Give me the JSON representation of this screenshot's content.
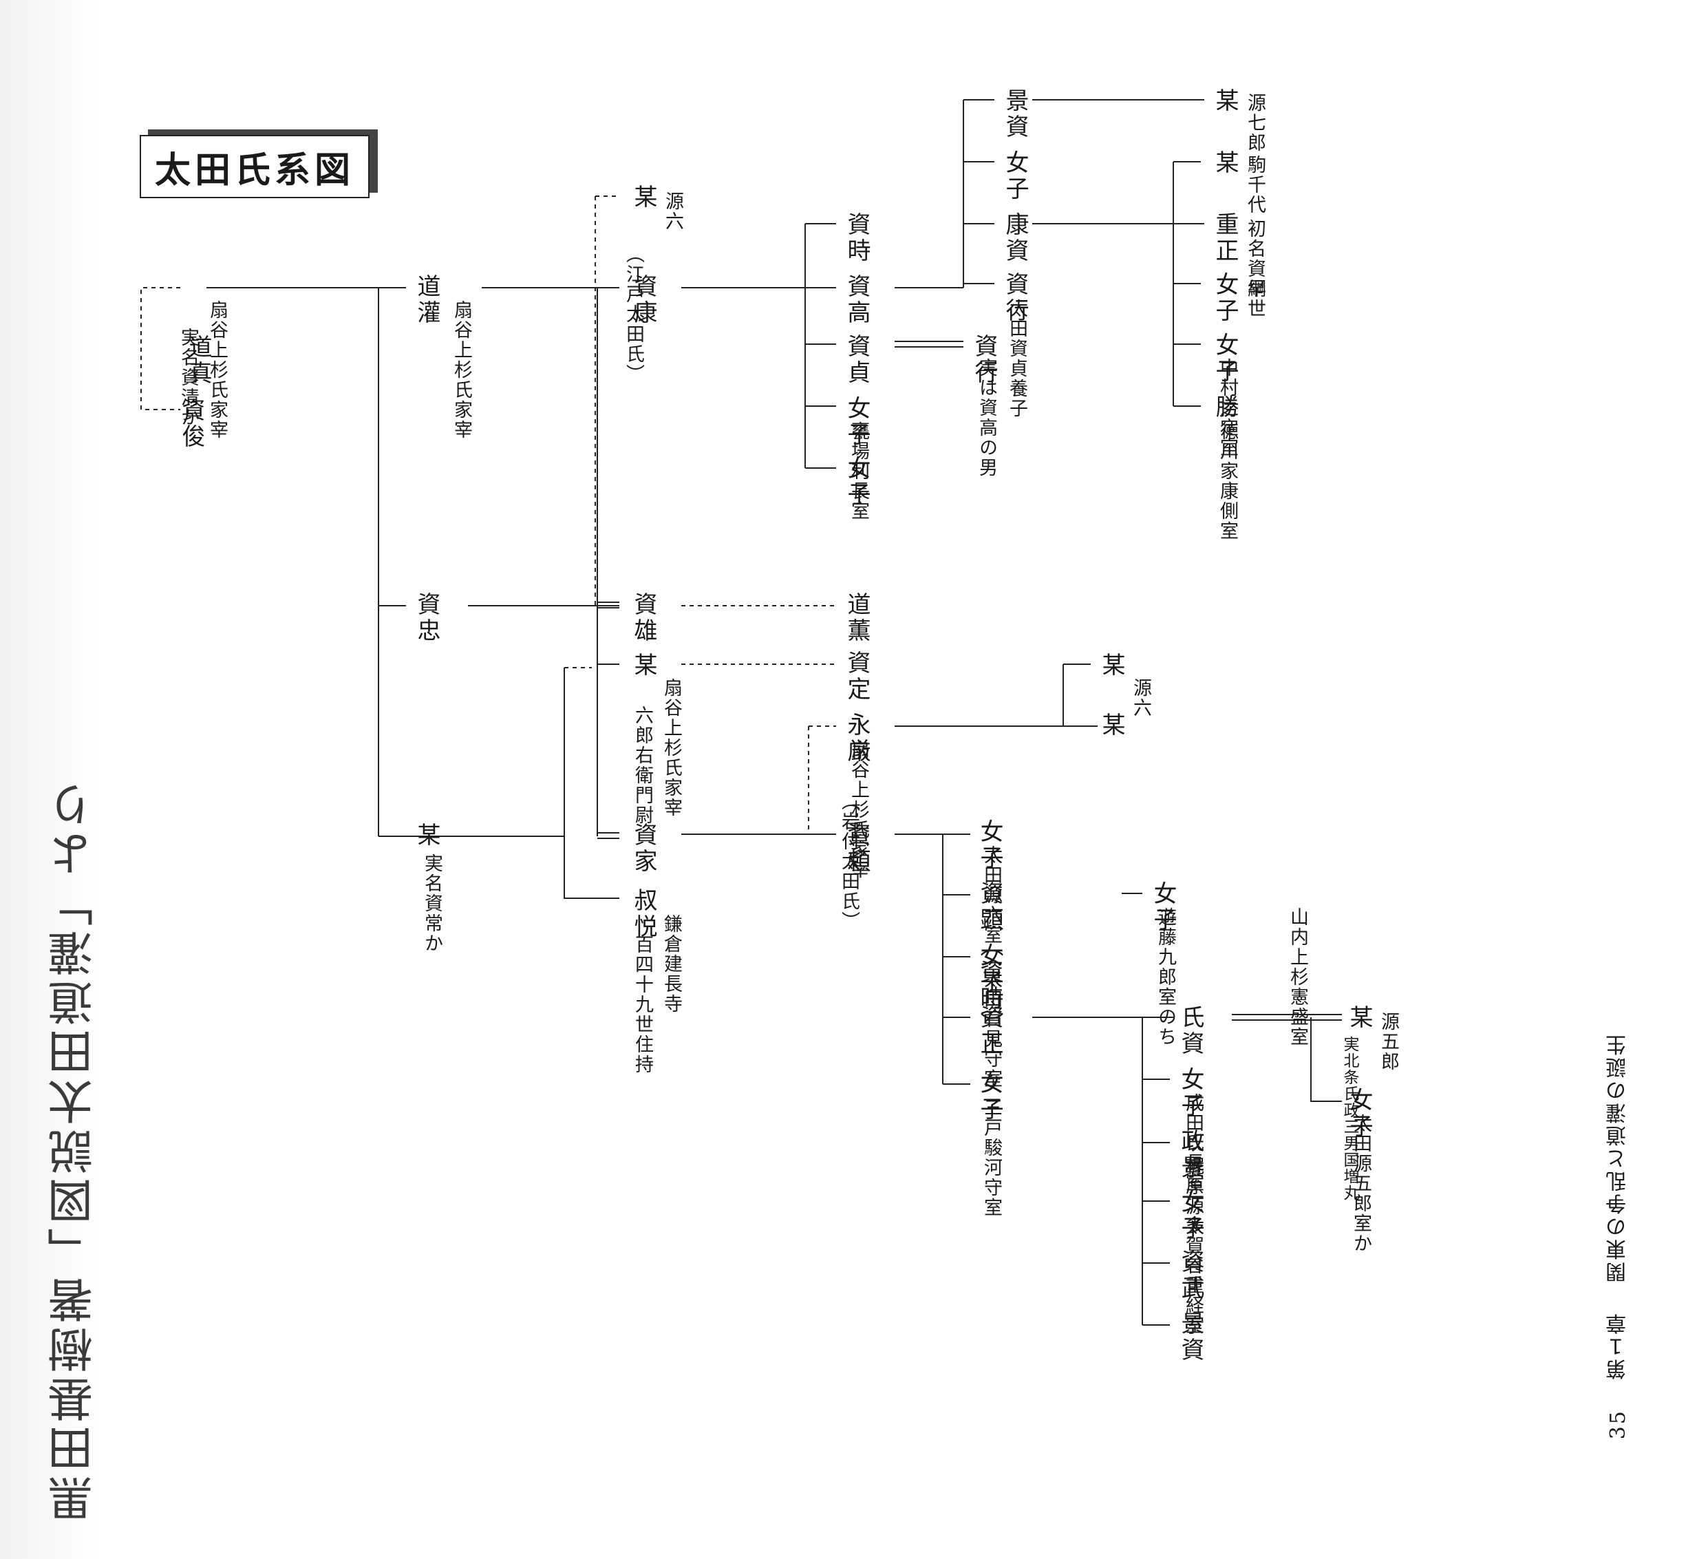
{
  "header": {
    "title": "太田氏系図",
    "handwritten_note": "黒田基樹著「図説太田道灌」より"
  },
  "footer": {
    "page_number": "35",
    "chapter": "第１章",
    "chapter_title": "関東の争乱と道灌の誕生"
  },
  "nodes": {
    "doshin": {
      "name": "道真",
      "note": "扇谷上杉氏家宰",
      "alias": "実名資清か"
    },
    "sukefuji": {
      "name": "資俊"
    },
    "dokan": {
      "name": "道灌",
      "note": "扇谷上杉氏家宰"
    },
    "sukechu": {
      "name": "資忠"
    },
    "bou_sukecune": {
      "name": "某",
      "alias": "実名資常か"
    },
    "bou_genroku1": {
      "name": "某",
      "note": "源六"
    },
    "edo_label": "（江戸太田氏）",
    "sukeyasu": {
      "name": "資康"
    },
    "sukeo": {
      "name": "資雄"
    },
    "douzen": {
      "name": "道薫"
    },
    "bou_rokurou": {
      "name": "某",
      "note": "扇谷上杉氏家宰",
      "alias": "六郎右衛門尉"
    },
    "sukesada": {
      "name": "資定"
    },
    "sukeie": {
      "name": "資家"
    },
    "shukuetsu": {
      "name": "叔悦",
      "note": "鎌倉建長寺",
      "alias": "百四十九世住持"
    },
    "eigan": {
      "name": "永厳",
      "note": "扇谷上杉氏家宰"
    },
    "bou_genroku2": {
      "name": "某",
      "note": "源六"
    },
    "bou_c": {
      "name": "某"
    },
    "iwatsuki_label": "（岩付太田氏）",
    "suketoki": {
      "name": "資時"
    },
    "suketaka": {
      "name": "資高"
    },
    "sukesada2": {
      "name": "資貞"
    },
    "joshi_yosuke": {
      "name": "女子",
      "note": "甕場利長室"
    },
    "joshi_a": {
      "name": "女子"
    },
    "sukeyuki_adopt": {
      "name": "資行",
      "note": "実は資高の男"
    },
    "sukemune": {
      "name": "景資"
    },
    "joshi_b": {
      "name": "女子"
    },
    "yasusuke": {
      "name": "康資"
    },
    "sukeyuki": {
      "name": "資行",
      "note": "太田資貞養子"
    },
    "bou_shichirou": {
      "name": "某",
      "note": "源七郎"
    },
    "bou_komachiyo": {
      "name": "某",
      "note": "駒千代"
    },
    "shigemasa": {
      "name": "重正",
      "note": "初名資綱"
    },
    "joshi_sosei": {
      "name": "女子",
      "note": "早世"
    },
    "joshi_nakamura": {
      "name": "女子",
      "note": "中村之定室"
    },
    "katsu": {
      "name": "勝",
      "note": "徳川家康側室"
    },
    "sukeyori": {
      "name": "資頼"
    },
    "joshi_genroku": {
      "name": "女子",
      "note": "太田源六室"
    },
    "sukeaki": {
      "name": "資顕（資時）"
    },
    "joshi_yamanouchi": {
      "name": "女子",
      "note": "山内上杉憲盛室",
      "alias": "遊藤九郎室のち"
    },
    "joshi_iwami": {
      "name": "女子",
      "note": "太田石見守室"
    },
    "sukemasa": {
      "name": "資正"
    },
    "joshi_mito": {
      "name": "女子",
      "note": "三戸駿河守室"
    },
    "ujisuke": {
      "name": "氏資"
    },
    "joshi_narita": {
      "name": "女子",
      "note": "成田氏長室"
    },
    "kajiwara": {
      "name": "政景",
      "note": "梶原源太"
    },
    "joshi_taga": {
      "name": "女子",
      "note": "多賀谷重経室"
    },
    "suketake": {
      "name": "資武"
    },
    "kagesuke": {
      "name": "景資"
    },
    "bou_gorou": {
      "name": "某",
      "note": "源五郎",
      "alias": "実北条氏政三男国増丸"
    },
    "joshi_gorou": {
      "name": "女子",
      "note": "太田源五郎室か"
    }
  }
}
